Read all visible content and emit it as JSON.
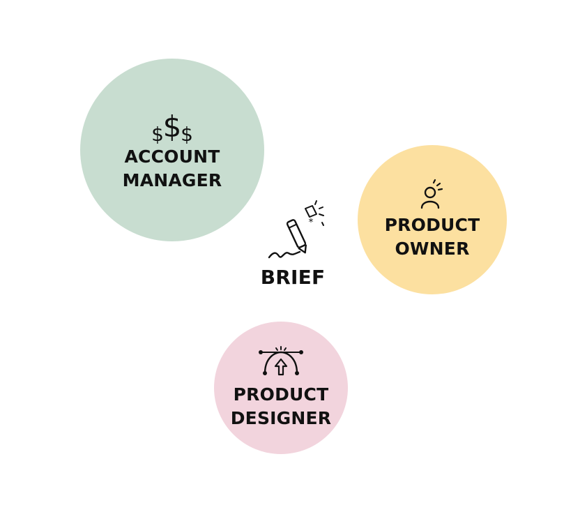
{
  "nodes": {
    "account_manager": {
      "line1": "ACCOUNT",
      "line2": "MANAGER",
      "icon": "dollar-signs-icon",
      "color": "#c8ddd0"
    },
    "product_owner": {
      "line1": "PRODUCT",
      "line2": "OWNER",
      "icon": "idea-person-icon",
      "color": "#fce0a0"
    },
    "product_designer": {
      "line1": "PRODUCT",
      "line2": "DESIGNER",
      "icon": "vector-pen-tool-icon",
      "color": "#f2d4dd"
    },
    "brief": {
      "label": "BRIEF",
      "icon": "pen-writing-icon"
    }
  }
}
